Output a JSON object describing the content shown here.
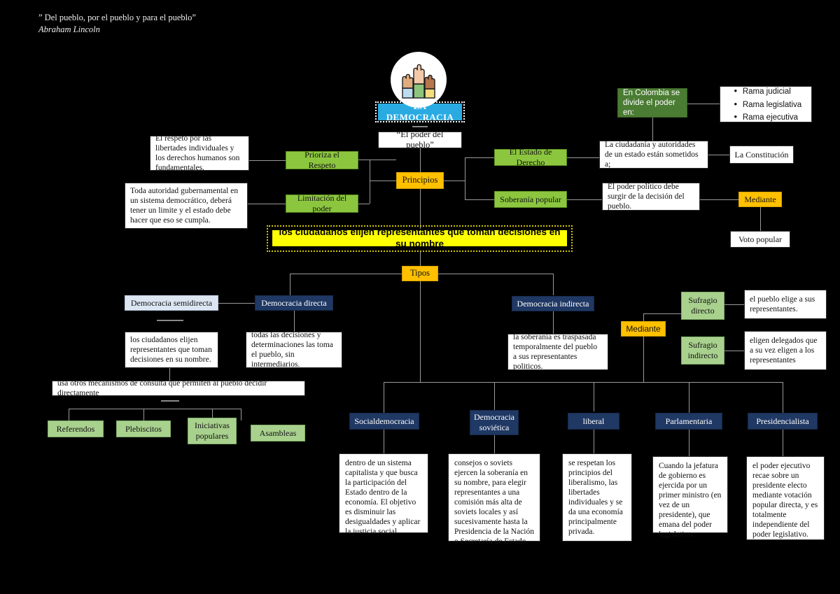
{
  "header": {
    "quote": "” Del pueblo, por el pueblo y para el pueblo”",
    "author": "Abraham Lincoln"
  },
  "colors": {
    "background": "#000000",
    "title_banner": "#29abe2",
    "accent_amber": "#ffc000",
    "green_bright": "#8cc63f",
    "green_sage": "#a9d18e",
    "green_dark": "#4a7c33",
    "navy": "#1f3864",
    "pale_blue": "#dce6f2",
    "highlight_yellow": "#ffff00",
    "connector": "#9a9a9a"
  },
  "logo": {
    "icon": "raised-hands-icon",
    "alt": "three raised hands"
  },
  "center": {
    "title": "LA DEMOCRACIA",
    "subtitle": "“El poder del pueblo”",
    "principios": "Principios",
    "tipos": "Tipos",
    "highlight": "los ciudadanos elijen representantes que toman decisiones en su nombre"
  },
  "principios_branch": {
    "left": [
      {
        "label": "Prioriza el Respeto",
        "detail": "El respeto por las libertades individuales y los derechos humanos son fundamentales."
      },
      {
        "label": "Limitación del poder",
        "detail": "Toda autoridad gubernamental en un sistema democrático, deberá tener un limite y el estado debe hacer que eso se cumpla."
      }
    ],
    "right": [
      {
        "label": "El Estado de Derecho",
        "detail": "La ciudadanía y autoridades de un estado están sometidos a;",
        "extra": "La Constitución"
      },
      {
        "label": "Soberanía popular",
        "detail": "El poder político debe surgir de la decisión del pueblo.",
        "connector": "Mediante",
        "extra": "Voto popular"
      }
    ]
  },
  "colombia": {
    "label": "En Colombia se divide el poder en:",
    "branches": [
      "Rama judicial",
      "Rama legislativa",
      "Rama ejecutiva"
    ]
  },
  "tipos": {
    "semidirecta": {
      "label": "Democracia semidirecta",
      "detail": "los ciudadanos elijen representantes que toman decisiones en su nombre.",
      "mechanism_intro": "usa otros mecanismos de consulta que permiten al pueblo decidir directamente",
      "mechanisms": [
        "Referendos",
        "Plebiscitos",
        "Iniciativas populares",
        "Asambleas"
      ]
    },
    "directa": {
      "label": "Democracia directa",
      "detail": "todas las decisiones y determinaciones las toma el pueblo, sin intermediarios."
    },
    "indirecta": {
      "label": "Democracia indirecta",
      "detail": "la soberanía es traspasada temporalmente del pueblo a sus representantes politicos.",
      "connector": "Mediante",
      "sufragios": [
        {
          "label": "Sufragio directo",
          "detail": "el pueblo elige a sus representantes."
        },
        {
          "label": "Sufragio indirecto",
          "detail": "eligen delegados que a su vez eligen a los representantes"
        }
      ]
    }
  },
  "formas": [
    {
      "label": "Socialdemocracia",
      "detail": "dentro de un sistema capitalista y que busca la participación del Estado dentro de la economía. El objetivo es disminuir las desigualdades y aplicar la justicia social."
    },
    {
      "label": "Democracia soviética",
      "detail": "consejos o soviets ejercen la soberanía en su nombre, para elegir representantes a una comisión más alta de soviets locales y así sucesivamente hasta la Presidencia de la Nación o Secretaría de Estado."
    },
    {
      "label": "liberal",
      "detail": "se respetan los principios del liberalismo, las libertades individuales y se da una economía principalmente privada."
    },
    {
      "label": "Parlamentaria",
      "detail": "Cuando la jefatura de gobierno es ejercida por un primer ministro (en vez de un presidente), que emana del poder legislativo."
    },
    {
      "label": "Presidencialista",
      "detail": "el poder ejecutivo recae sobre un presidente electo mediante votación popular directa, y es totalmente independiente del poder legislativo."
    }
  ]
}
